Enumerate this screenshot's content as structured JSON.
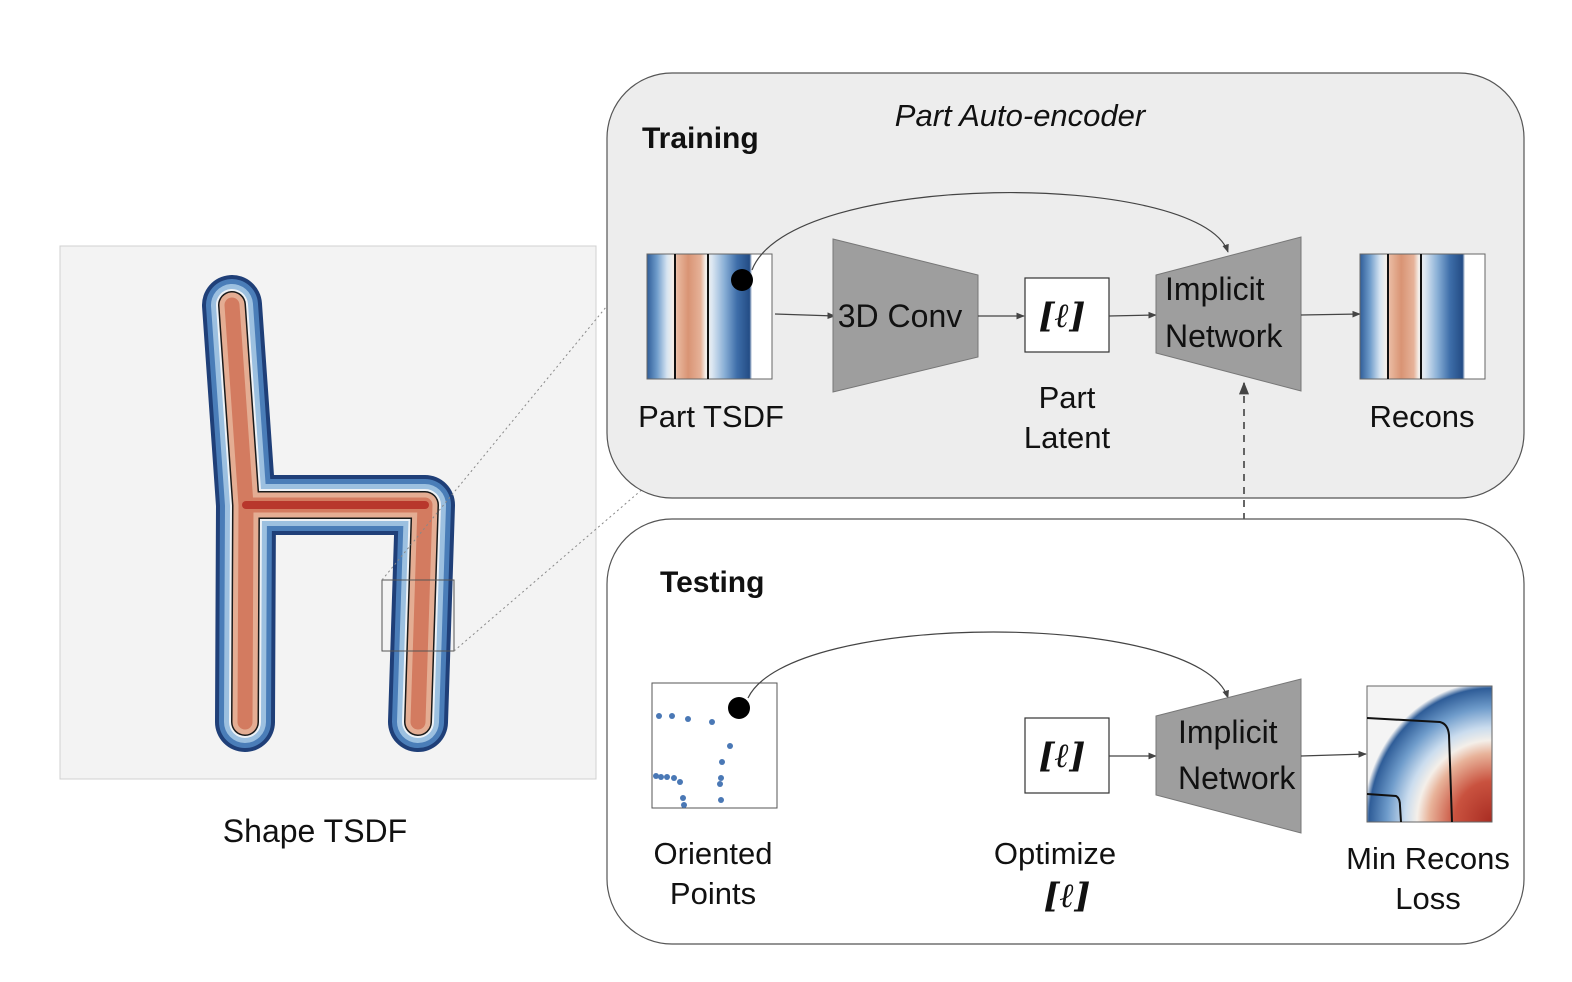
{
  "shape_panel": {
    "label": "Shape TSDF"
  },
  "training": {
    "section_title": "Training",
    "header": "Part Auto-encoder",
    "input_label": "Part TSDF",
    "encoder_label": "3D Conv",
    "latent_symbol": "[ℓ]",
    "latent_label_line1": "Part",
    "latent_label_line2": "Latent",
    "decoder_line1": "Implicit",
    "decoder_line2": "Network",
    "output_label": "Recons"
  },
  "testing": {
    "section_title": "Testing",
    "input_label_line1": "Oriented",
    "input_label_line2": "Points",
    "latent_symbol": "[ℓ]",
    "optimize_line1": "Optimize",
    "optimize_line2": "[ℓ]",
    "decoder_line1": "Implicit",
    "decoder_line2": "Network",
    "output_label_line1": "Min Recons",
    "output_label_line2": "Loss"
  },
  "colors": {
    "panel_fill": "#ededed",
    "panel_stroke": "#555555",
    "network_fill": "#9e9e9e",
    "tsdf_red": "#c0433a",
    "tsdf_blue": "#3b6aa3",
    "point_blue": "#4a78b5"
  }
}
